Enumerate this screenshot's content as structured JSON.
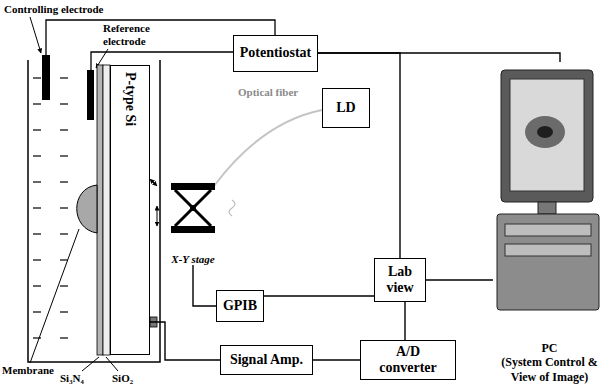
{
  "diagram": {
    "nodes": [
      {
        "text": [
          "Potentiostat"
        ]
      },
      {
        "text": [
          "P-type Si"
        ]
      },
      {
        "text": [
          "LD"
        ]
      },
      {
        "text": [
          "X-Y stage"
        ]
      },
      {
        "text": [
          "GPIB"
        ]
      },
      {
        "text": [
          "Lab view"
        ]
      },
      {
        "text": [
          "Signal Amp."
        ]
      },
      {
        "text": [
          "A/D converter"
        ]
      },
      {
        "text": [
          "PC",
          "(System Control & View of Image)"
        ]
      }
    ],
    "edges": [
      {
        "from": 0,
        "to": 8,
        "arrow": "none"
      },
      {
        "from": 0,
        "to": 5,
        "arrow": "none"
      },
      {
        "from": 3,
        "to": 4,
        "arrow": "none"
      },
      {
        "from": 4,
        "to": 5,
        "arrow": "none"
      },
      {
        "from": 5,
        "to": 8,
        "arrow": "none"
      },
      {
        "from": 1,
        "to": 6,
        "arrow": "none"
      },
      {
        "from": 6,
        "to": 7,
        "arrow": "none"
      },
      {
        "from": 7,
        "to": 5,
        "arrow": "none"
      }
    ],
    "labels": [
      "Controlling electrode",
      "Reference electrode",
      "Optical fiber",
      "Membrane",
      "Si₃N₄",
      "SiO₂"
    ]
  }
}
